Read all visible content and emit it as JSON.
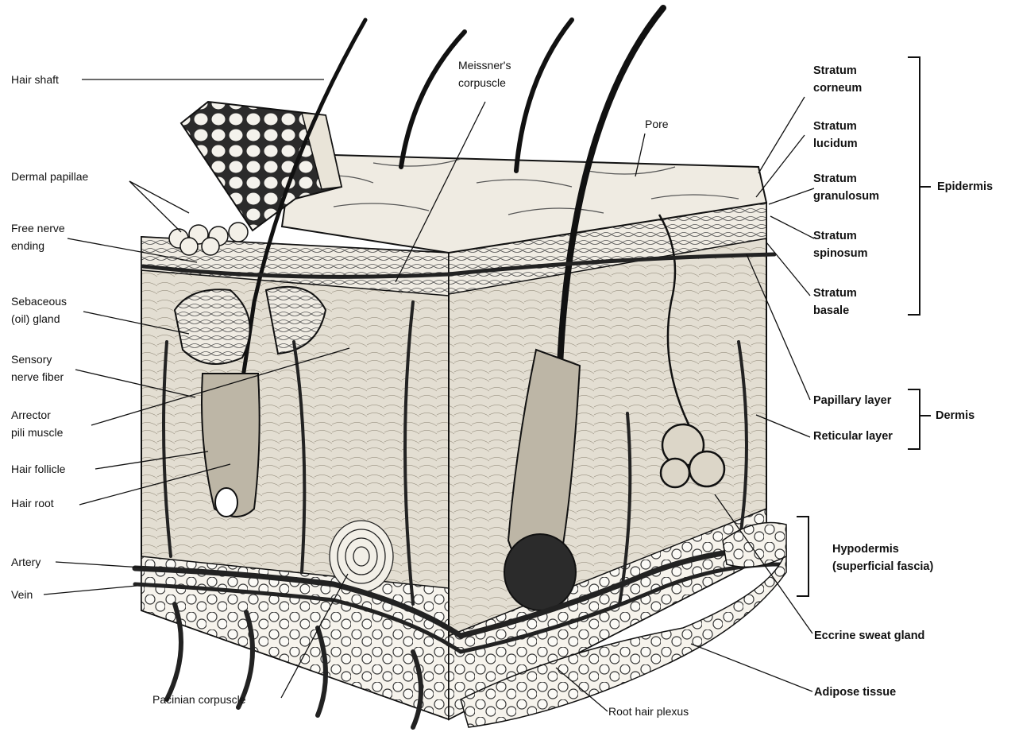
{
  "colors": {
    "ink": "#111111",
    "background": "#ffffff",
    "tissue_light": "#e6e1d6",
    "tissue_mid": "#c9c2b3",
    "vessel": "#2a2a2a",
    "fat": "#f4f1ea"
  },
  "labels": {
    "hair_shaft": "Hair shaft",
    "dermal_papillae": "Dermal papillae",
    "free_nerve_ending": "Free nerve\nending",
    "sebaceous_gland": "Sebaceous\n(oil) gland",
    "sensory_nerve_fiber": "Sensory\nnerve fiber",
    "arrector_pili": "Arrector\npili muscle",
    "hair_follicle": "Hair follicle",
    "hair_root": "Hair root",
    "artery": "Artery",
    "vein": "Vein",
    "pacinian_corpuscle": "Pacinian corpuscle",
    "root_hair_plexus": "Root hair plexus",
    "meissners_corpuscle": "Meissner's\ncorpuscle",
    "pore": "Pore",
    "stratum_corneum": "Stratum\ncorneum",
    "stratum_lucidum": "Stratum\nlucidum",
    "stratum_granulosum": "Stratum\ngranulosum",
    "stratum_spinosum": "Stratum\nspinosum",
    "stratum_basale": "Stratum\nbasale",
    "epidermis": "Epidermis",
    "papillary_layer": "Papillary layer",
    "reticular_layer": "Reticular layer",
    "dermis": "Dermis",
    "hypodermis": "Hypodermis\n(superficial fascia)",
    "eccrine_sweat_gland": "Eccrine sweat gland",
    "adipose_tissue": "Adipose tissue"
  }
}
